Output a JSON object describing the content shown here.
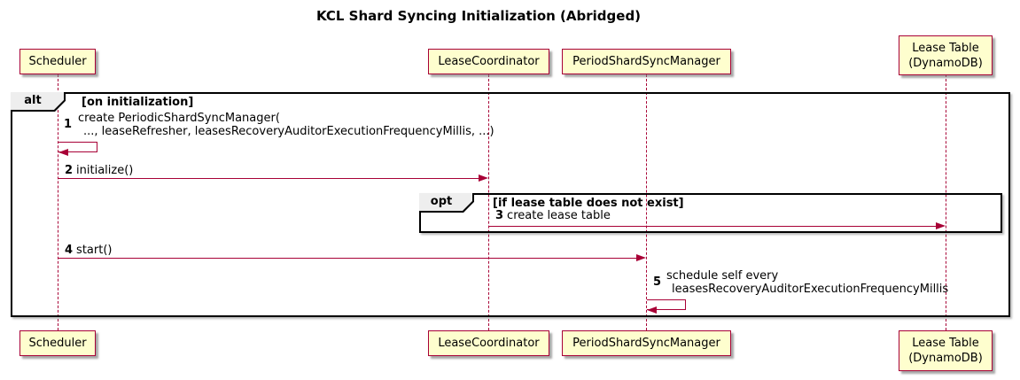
{
  "title": "KCL Shard Syncing Initialization (Abridged)",
  "participants": [
    {
      "label": "Scheduler"
    },
    {
      "label": "LeaseCoordinator"
    },
    {
      "label": "PeriodShardSyncManager"
    },
    {
      "label": "Lease Table",
      "label2": "(DynamoDB)"
    }
  ],
  "frames": {
    "alt": {
      "keyword": "alt",
      "condition": "[on initialization]"
    },
    "opt": {
      "keyword": "opt",
      "condition": "[if lease table does not exist]"
    }
  },
  "messages": [
    {
      "num": "1",
      "line1": "create PeriodicShardSyncManager(",
      "line2": "..., leaseRefresher, leasesRecoveryAuditorExecutionFrequencyMillis, ...)"
    },
    {
      "num": "2",
      "text": "initialize()"
    },
    {
      "num": "3",
      "text": "create lease table"
    },
    {
      "num": "4",
      "text": "start()"
    },
    {
      "num": "5",
      "line1": "schedule self every",
      "line2": "leasesRecoveryAuditorExecutionFrequencyMillis"
    }
  ],
  "colors": {
    "participant_fill": "#FEFECE",
    "participant_border": "#A80036",
    "arrow": "#A80036",
    "frame_border": "#000000",
    "frame_label_fill": "#EEEEEE"
  }
}
